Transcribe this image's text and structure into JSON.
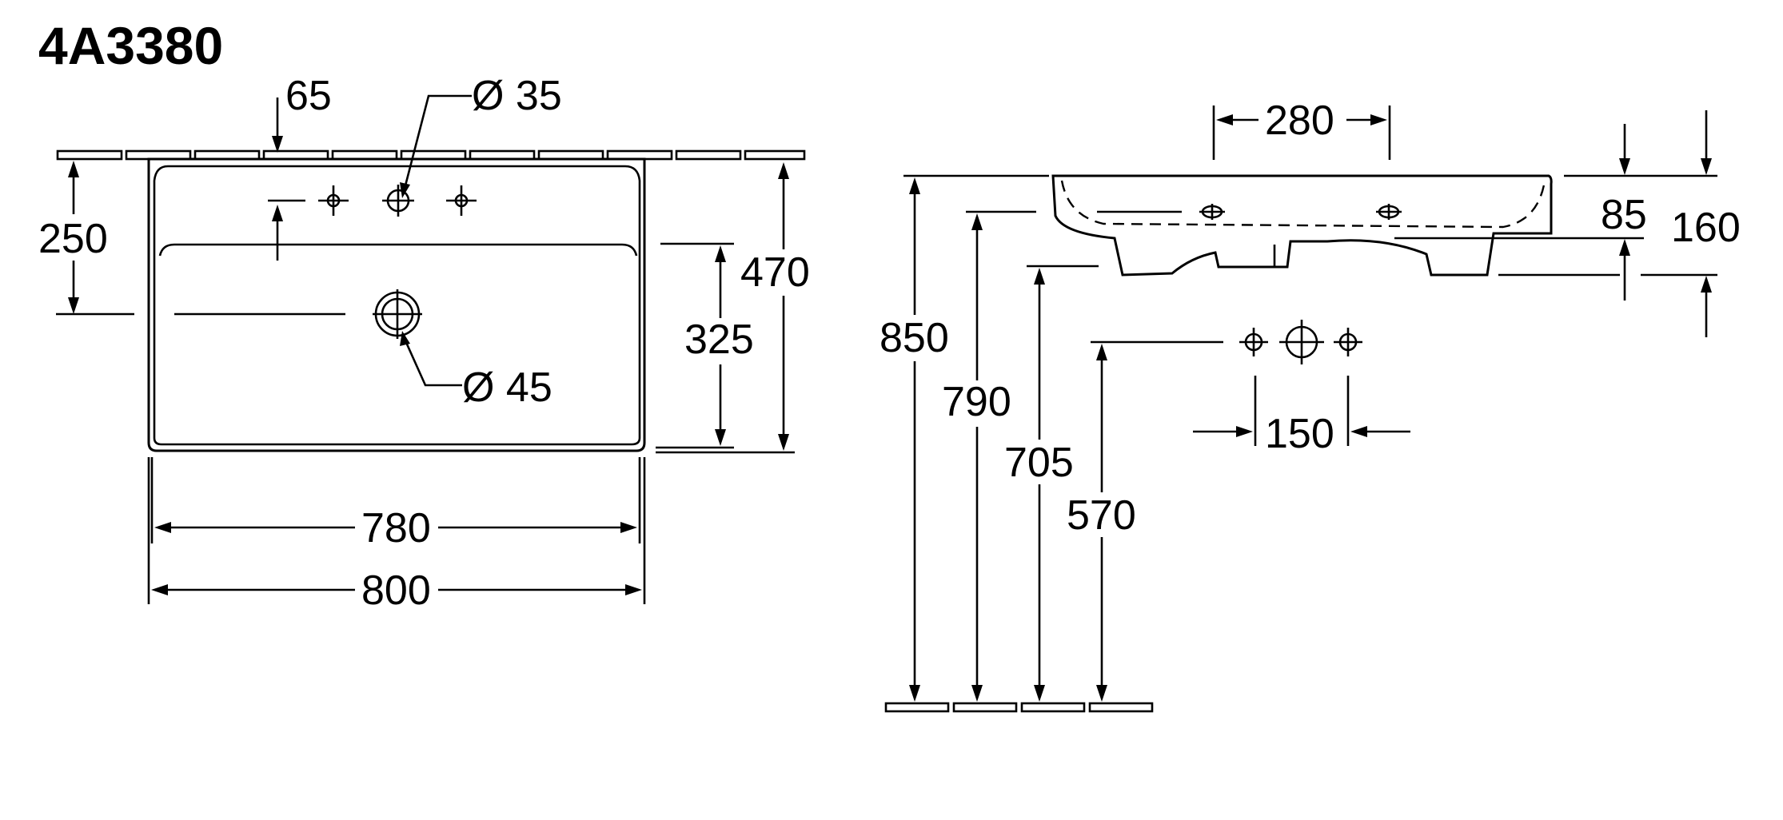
{
  "title": "4A3380",
  "plan_view": {
    "dimensions": {
      "tap_hole_offset": "65",
      "tap_hole_diameter": "Ø 35",
      "overflow_diameter": "Ø 45",
      "overflow_height": "250",
      "bowl_depth": "325",
      "total_depth": "470",
      "inner_width": "780",
      "total_width": "800"
    }
  },
  "side_view": {
    "dimensions": {
      "bowl_length": "280",
      "bowl_depth": "85",
      "total_height": "160",
      "top_edge_height": "850",
      "underside_height": "790",
      "bracket_height": "705",
      "waste_height": "570",
      "waste_spacing": "150"
    }
  }
}
